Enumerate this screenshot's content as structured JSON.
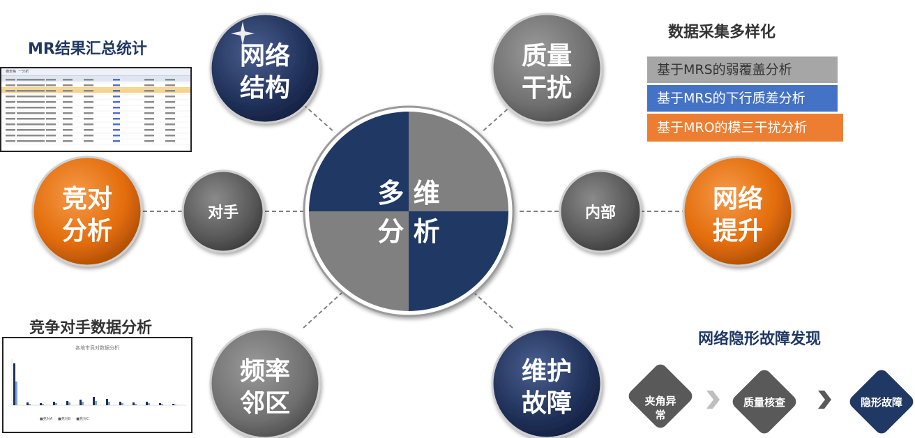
{
  "center": {
    "line1": "多 维",
    "line2": "分 析"
  },
  "nodes": {
    "network_structure": "网络\n结构",
    "quality_interference": "质量\n干扰",
    "competitor_analysis": "竞对\n分析",
    "opponent": "对手",
    "internal": "内部",
    "network_improve": "网络\n提升",
    "freq_neighbor": "频率\n邻区",
    "maintenance_fault": "维护\n故障"
  },
  "mr_summary": {
    "title": "MR结果汇总统计",
    "table": {
      "tab_labels": [
        "横表格",
        "一分析"
      ],
      "rows": 12
    }
  },
  "data_collection": {
    "title": "数据采集多样化",
    "items": [
      {
        "label": "基于MRS的弱覆盖分析",
        "color": "#a6a6a6",
        "text_color": "#333333"
      },
      {
        "label": "基于MRS的下行质差分析",
        "color": "#4472c4",
        "text_color": "#ffffff"
      },
      {
        "label": "基于MRO的模三干扰分析",
        "color": "#ed7d31",
        "text_color": "#ffffff"
      }
    ]
  },
  "competitor_data": {
    "title": "竞争对手数据分析",
    "chart_title": "各地市竞对数据分析",
    "legend": [
      "■竞对A",
      "■竞对B",
      "■竞对C"
    ]
  },
  "hidden_fault": {
    "title": "网络隐形故障发现",
    "steps": [
      "夹角异\n常",
      "质量核查",
      "隐形故障"
    ]
  },
  "colors": {
    "navy": "#1f3864",
    "gray": "#7f7f7f",
    "orange": "#e36c0a",
    "dark_gray": "#595959"
  }
}
